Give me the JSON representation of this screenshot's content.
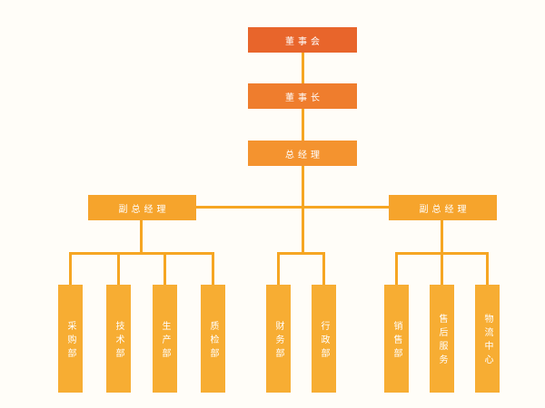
{
  "org_chart": {
    "top_chain": [
      {
        "role": "board",
        "label": "董事会"
      },
      {
        "role": "chairman",
        "label": "董事长"
      },
      {
        "role": "general_manager",
        "label": "总经理"
      }
    ],
    "deputies": [
      {
        "role": "deputy_general_manager_left",
        "label": "副总经理"
      },
      {
        "role": "deputy_general_manager_right",
        "label": "副总经理"
      }
    ],
    "department_groups": {
      "left": {
        "parent": "deputy_general_manager_left",
        "departments": [
          "采购部",
          "技术部",
          "生产部",
          "质检部"
        ]
      },
      "middle": {
        "parent": "general_manager",
        "departments": [
          "财务部",
          "行政部"
        ]
      },
      "right": {
        "parent": "deputy_general_manager_right",
        "departments": [
          "销售部",
          "售后服务",
          "物流中心"
        ]
      }
    }
  },
  "colors": {
    "board": "#E8652B",
    "chairman": "#EF7D2D",
    "gm": "#F4932F",
    "deputy": "#F6A42C",
    "dept": "#F7AD33",
    "line": "#F6A623",
    "background": "#FFFDF8",
    "text": "#FFFFFF"
  }
}
